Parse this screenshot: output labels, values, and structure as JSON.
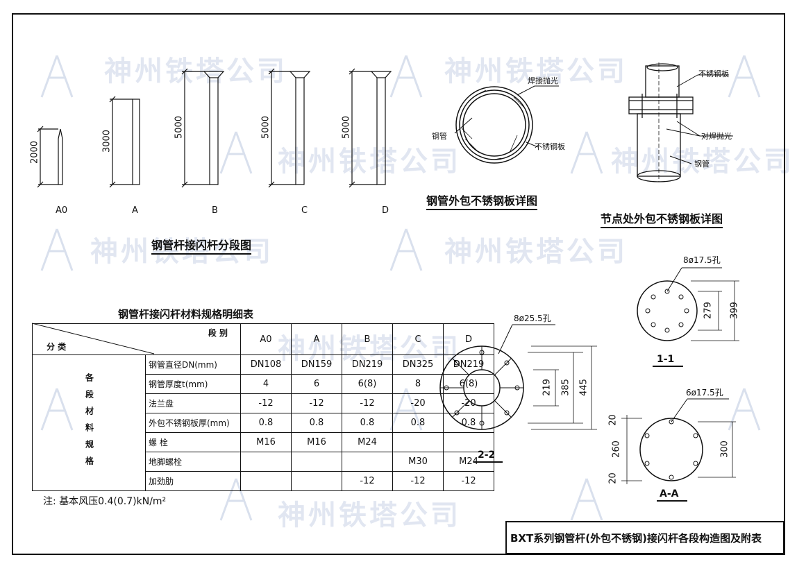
{
  "segments": {
    "title": "钢管杆接闪杆分段图",
    "items": [
      {
        "label": "A0",
        "length": "2000"
      },
      {
        "label": "A",
        "length": "3000"
      },
      {
        "label": "B",
        "length": "5000"
      },
      {
        "label": "C",
        "length": "5000"
      },
      {
        "label": "D",
        "length": "5000"
      }
    ]
  },
  "detail1": {
    "title": "钢管外包不锈钢板详图",
    "labels": {
      "weld": "焊接抛光",
      "pipe": "钢管",
      "plate": "不锈钢板"
    }
  },
  "detail2": {
    "title": "节点处外包不锈钢板详图",
    "labels": {
      "plate": "不锈钢板",
      "butt": "对焊抛光",
      "pipe": "钢管"
    }
  },
  "section11": {
    "label": "1-1",
    "holes": "8ø17.5孔",
    "dim_a": "279",
    "dim_b": "399"
  },
  "section22": {
    "label": "2-2",
    "holes": "8ø25.5孔",
    "dim_a": "219",
    "dim_b": "385",
    "dim_c": "445"
  },
  "sectionAA": {
    "label": "A-A",
    "holes": "6ø17.5孔",
    "dim_top": "20",
    "dim_mid": "260",
    "dim_bot": "20",
    "dim_side": "300"
  },
  "table": {
    "title": "钢管杆接闪杆材料规格明细表",
    "corner_top": "段 别",
    "corner_bottom": "分 类",
    "category": "各段材料规格",
    "columns": [
      "A0",
      "A",
      "B",
      "C",
      "D"
    ],
    "rows": [
      {
        "label": "钢管直径DN(mm)",
        "values": [
          "DN108",
          "DN159",
          "DN219",
          "DN325",
          "DN219"
        ]
      },
      {
        "label": "钢管厚度t(mm)",
        "values": [
          "4",
          "6",
          "6(8)",
          "8",
          "6(8)"
        ]
      },
      {
        "label": "法兰盘",
        "values": [
          "-12",
          "-12",
          "-12",
          "-20",
          "-20"
        ]
      },
      {
        "label": "外包不锈钢板厚(mm)",
        "values": [
          "0.8",
          "0.8",
          "0.8",
          "0.8",
          "0.8"
        ]
      },
      {
        "label": "螺 栓",
        "values": [
          "M16",
          "M16",
          "M24",
          "",
          ""
        ]
      },
      {
        "label": "地脚螺栓",
        "values": [
          "",
          "",
          "",
          "M30",
          "M24"
        ]
      },
      {
        "label": "加劲肋",
        "values": [
          "",
          "",
          "-12",
          "-12",
          "-12"
        ]
      }
    ],
    "note": "注: 基本风压0.4(0.7)kN/m²"
  },
  "title_block": "BXT系列钢管杆(外包不锈钢)接闪杆各段构造图及附表",
  "watermark": "神州铁塔公司"
}
